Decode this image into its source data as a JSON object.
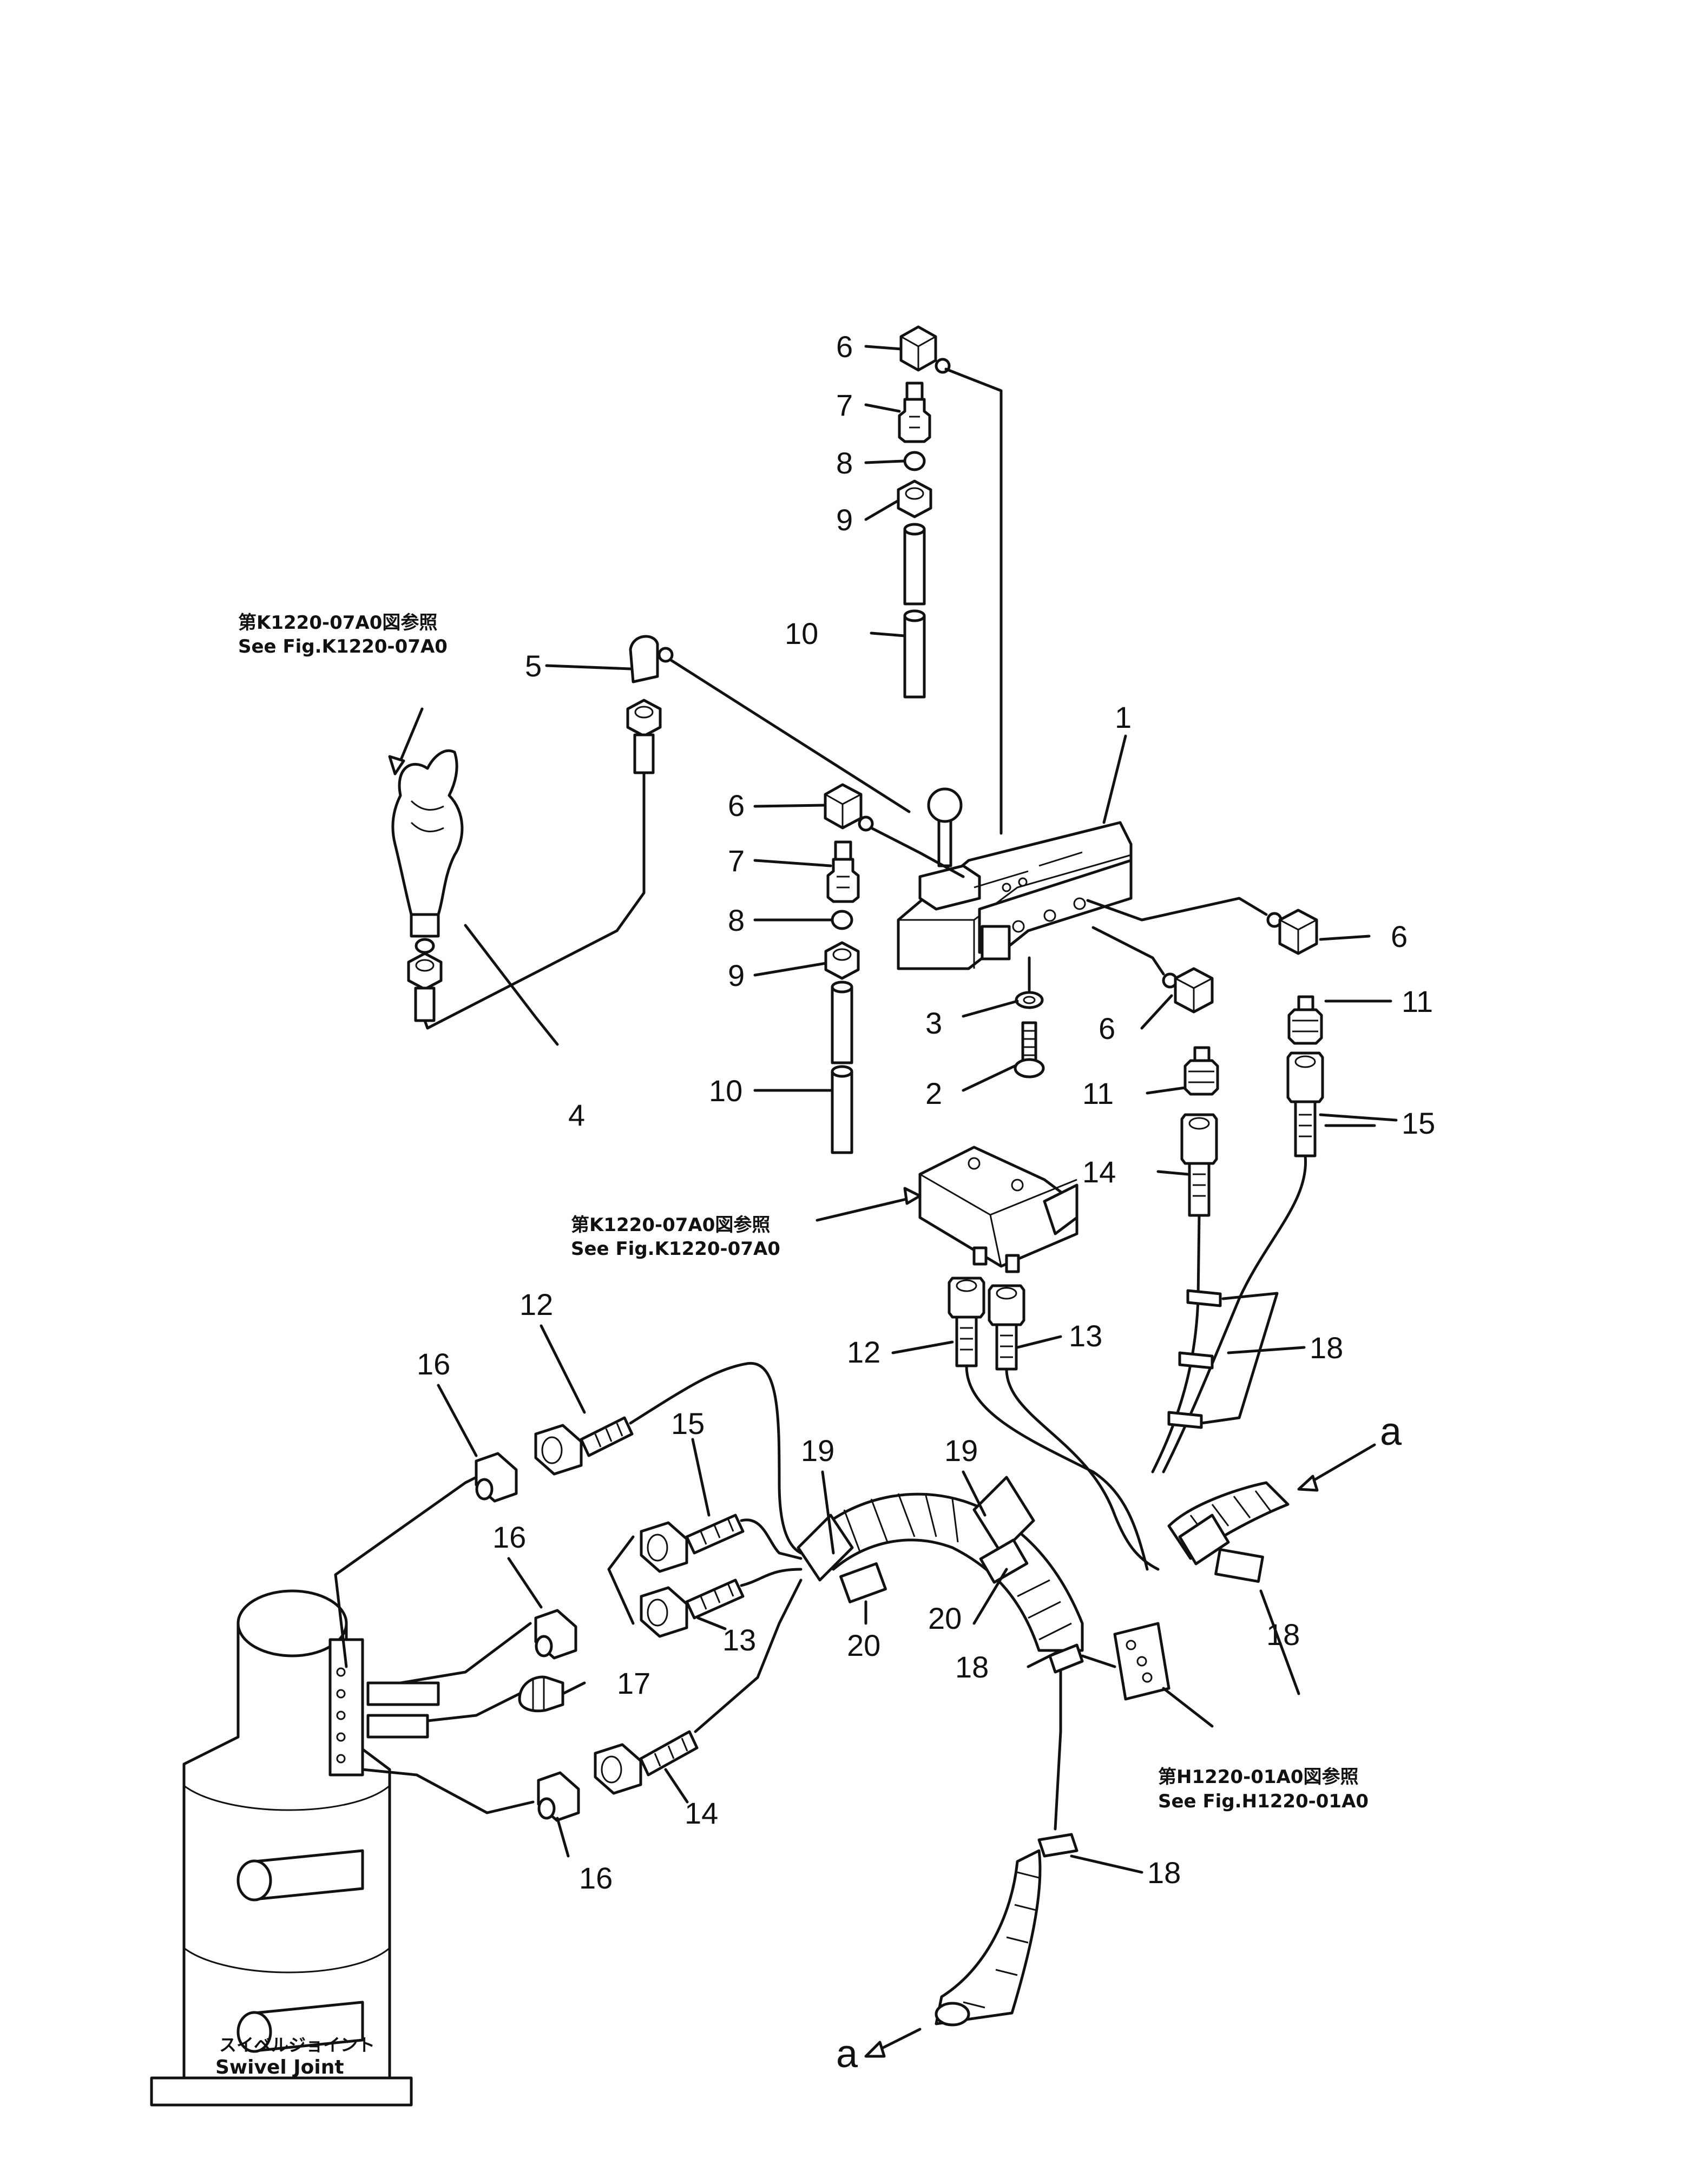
{
  "callouts": [
    {
      "id": "c1",
      "text": "1"
    },
    {
      "id": "c2",
      "text": "2"
    },
    {
      "id": "c3",
      "text": "3"
    },
    {
      "id": "c4",
      "text": "4"
    },
    {
      "id": "c5",
      "text": "5"
    },
    {
      "id": "c6a",
      "text": "6"
    },
    {
      "id": "c6b",
      "text": "6"
    },
    {
      "id": "c6c",
      "text": "6"
    },
    {
      "id": "c6d",
      "text": "6"
    },
    {
      "id": "c7a",
      "text": "7"
    },
    {
      "id": "c7b",
      "text": "7"
    },
    {
      "id": "c8a",
      "text": "8"
    },
    {
      "id": "c8b",
      "text": "8"
    },
    {
      "id": "c9a",
      "text": "9"
    },
    {
      "id": "c9b",
      "text": "9"
    },
    {
      "id": "c10a",
      "text": "10"
    },
    {
      "id": "c10b",
      "text": "10"
    },
    {
      "id": "c11a",
      "text": "11"
    },
    {
      "id": "c11b",
      "text": "11"
    },
    {
      "id": "c12a",
      "text": "12"
    },
    {
      "id": "c12b",
      "text": "12"
    },
    {
      "id": "c13a",
      "text": "13"
    },
    {
      "id": "c13b",
      "text": "13"
    },
    {
      "id": "c14a",
      "text": "14"
    },
    {
      "id": "c14b",
      "text": "14"
    },
    {
      "id": "c15a",
      "text": "15"
    },
    {
      "id": "c15b",
      "text": "15"
    },
    {
      "id": "c16a",
      "text": "16"
    },
    {
      "id": "c16b",
      "text": "16"
    },
    {
      "id": "c16c",
      "text": "16"
    },
    {
      "id": "c17",
      "text": "17"
    },
    {
      "id": "c18a",
      "text": "18"
    },
    {
      "id": "c18b",
      "text": "18"
    },
    {
      "id": "c18c",
      "text": "18"
    },
    {
      "id": "c18d",
      "text": "18"
    },
    {
      "id": "c19a",
      "text": "19"
    },
    {
      "id": "c19b",
      "text": "19"
    },
    {
      "id": "c20a",
      "text": "20"
    },
    {
      "id": "c20b",
      "text": "20"
    },
    {
      "id": "ca1",
      "text": "a"
    },
    {
      "id": "ca2",
      "text": "a"
    }
  ],
  "notes": {
    "joystick_jp": "第K1220-07A0図参照",
    "joystick_en": "See Fig.K1220-07A0",
    "block_jp": "第K1220-07A0図参照",
    "block_en": "See Fig.K1220-07A0",
    "bracket_jp": "第H1220-01A0図参照",
    "bracket_en": "See Fig.H1220-01A0"
  },
  "swivel": {
    "label_jp": "スイベルジョイント",
    "label_en": "Swivel  Joint"
  }
}
